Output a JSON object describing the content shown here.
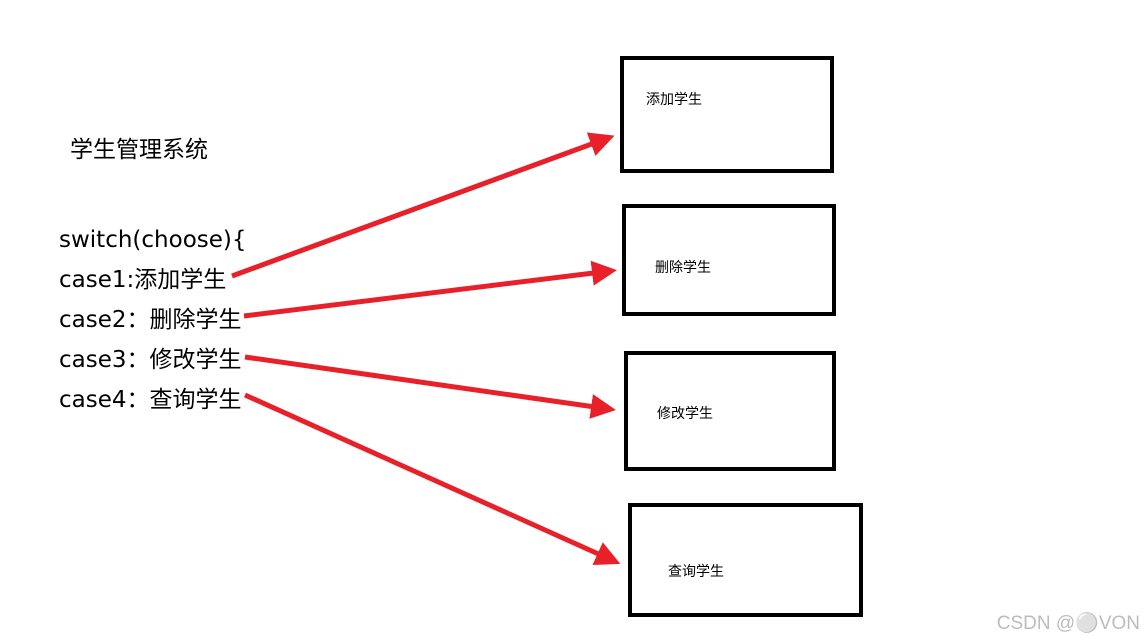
{
  "title": "学生管理系统",
  "code_lines": [
    "switch(choose){",
    "case1:添加学生",
    "case2：删除学生",
    "case3：修改学生",
    "case4：查询学生"
  ],
  "boxes": [
    {
      "label": "添加学生"
    },
    {
      "label": "删除学生"
    },
    {
      "label": "修改学生"
    },
    {
      "label": "查询学生"
    }
  ],
  "arrow_color": "#e8202a",
  "watermark": "CSDN @⚪VON"
}
